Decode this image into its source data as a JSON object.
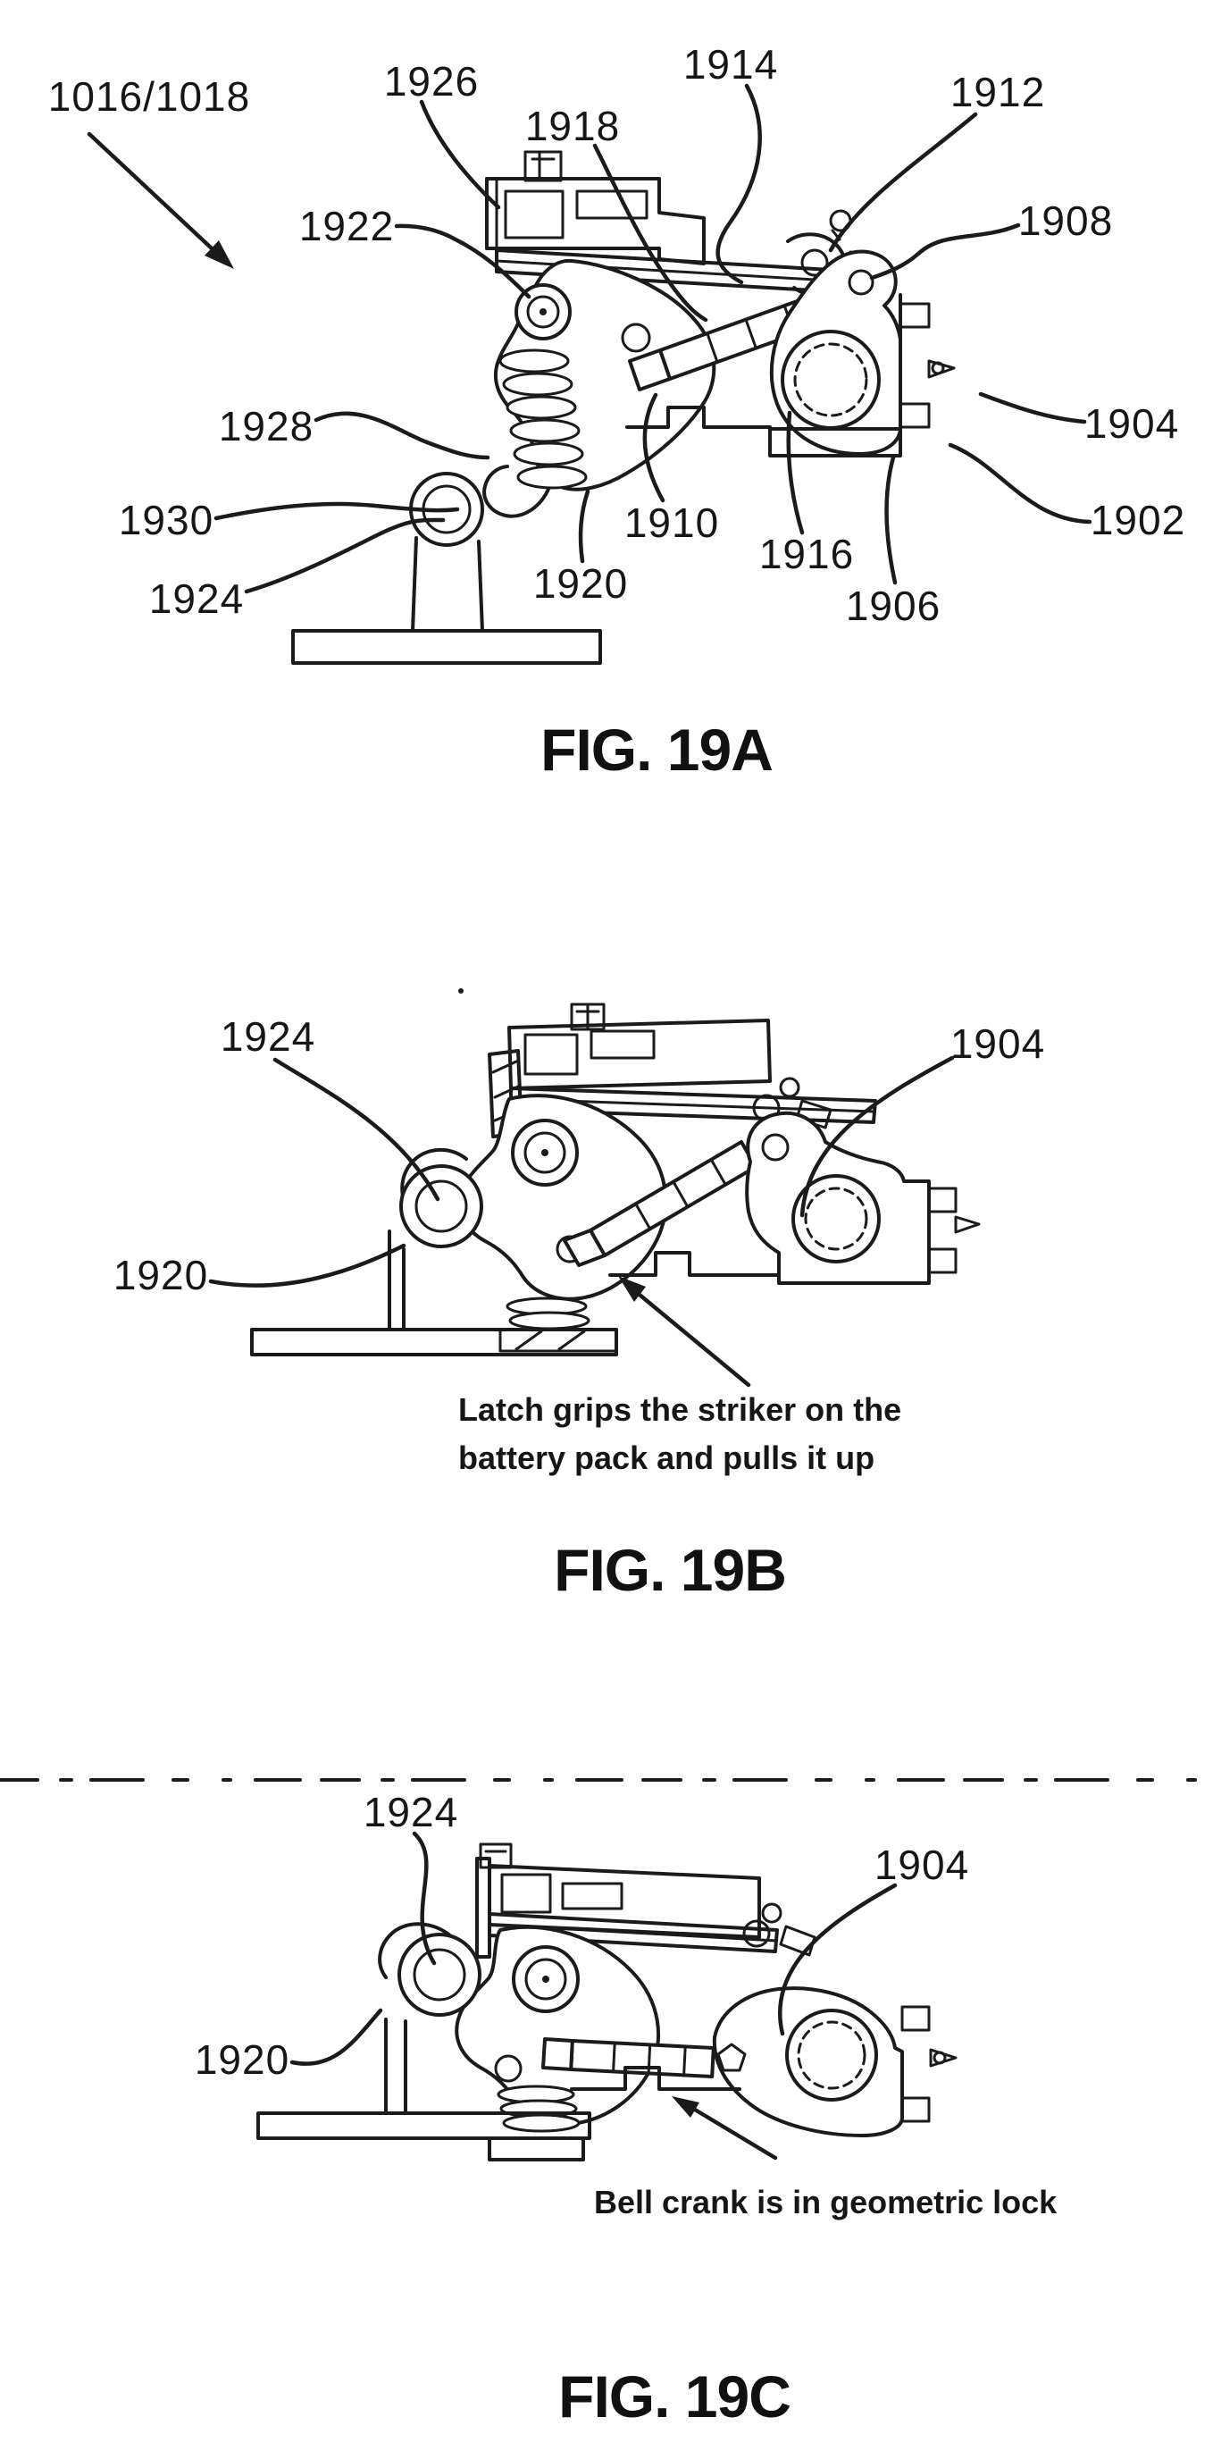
{
  "page": {
    "background": "#ffffff",
    "ink_color": "#1b1b1b",
    "type": "patent-figure-sheet"
  },
  "figures": [
    {
      "id": "fig-19a",
      "caption": "FIG. 19A",
      "assembly_label": "1016/1018",
      "labels": [
        {
          "ref": "1926"
        },
        {
          "ref": "1918"
        },
        {
          "ref": "1914"
        },
        {
          "ref": "1912"
        },
        {
          "ref": "1922"
        },
        {
          "ref": "1908"
        },
        {
          "ref": "1928"
        },
        {
          "ref": "1904"
        },
        {
          "ref": "1930"
        },
        {
          "ref": "1902"
        },
        {
          "ref": "1910"
        },
        {
          "ref": "1916"
        },
        {
          "ref": "1920"
        },
        {
          "ref": "1924"
        },
        {
          "ref": "1906"
        }
      ]
    },
    {
      "id": "fig-19b",
      "caption": "FIG. 19B",
      "labels": [
        {
          "ref": "1924"
        },
        {
          "ref": "1904"
        },
        {
          "ref": "1920"
        }
      ],
      "annotation": [
        "Latch grips the striker on the",
        "battery pack and pulls it up"
      ]
    },
    {
      "id": "fig-19c",
      "caption": "FIG. 19C",
      "labels": [
        {
          "ref": "1924"
        },
        {
          "ref": "1904"
        },
        {
          "ref": "1920"
        }
      ],
      "annotation": [
        "Bell crank is in geometric lock"
      ]
    }
  ]
}
